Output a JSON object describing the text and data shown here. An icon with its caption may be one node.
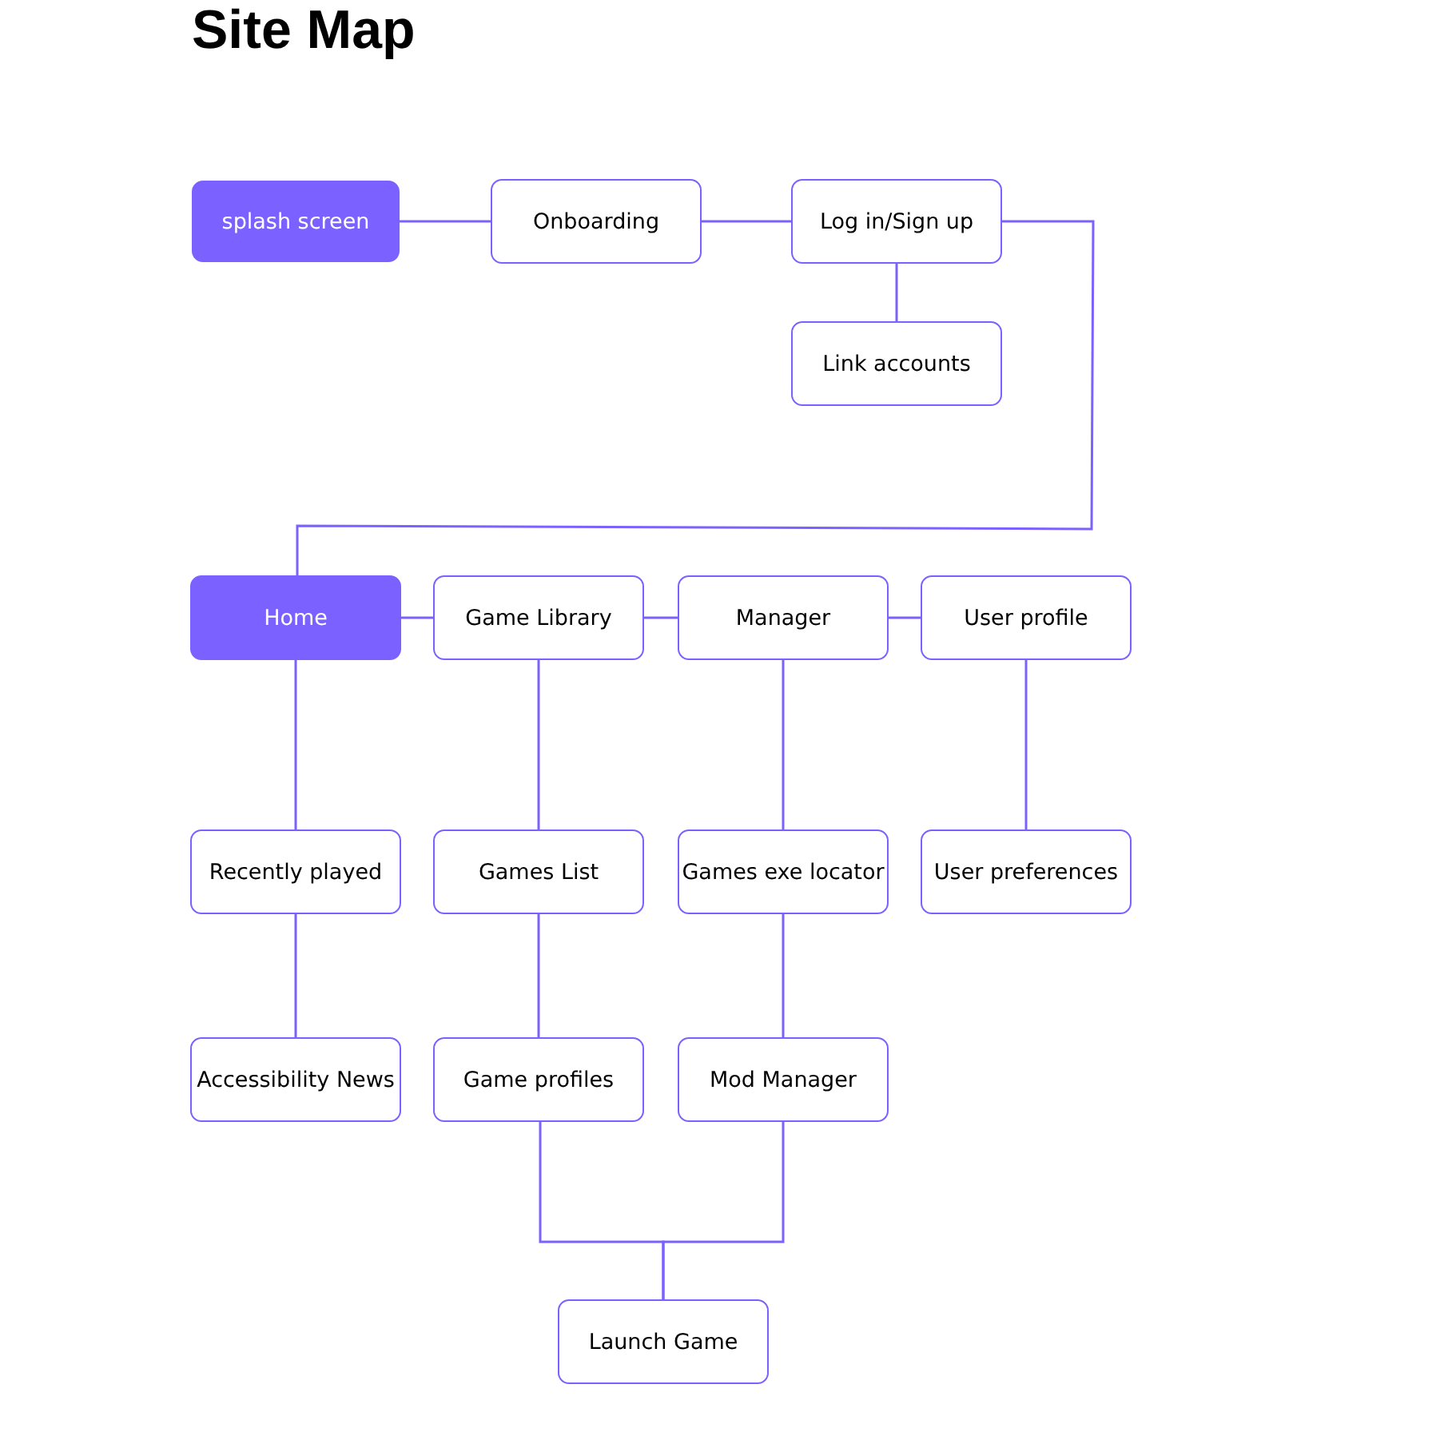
{
  "diagram": {
    "title": "Site Map",
    "nodes": [
      {
        "text": [
          "splash screen"
        ]
      },
      {
        "text": [
          "Onboarding"
        ]
      },
      {
        "text": [
          "Log in/Sign up"
        ]
      },
      {
        "text": [
          "Link accounts"
        ]
      },
      {
        "text": [
          "Home"
        ]
      },
      {
        "text": [
          "Game Library"
        ]
      },
      {
        "text": [
          "Manager"
        ]
      },
      {
        "text": [
          "User profile"
        ]
      },
      {
        "text": [
          "Recently played"
        ]
      },
      {
        "text": [
          "Games List"
        ]
      },
      {
        "text": [
          "Games exe locator"
        ]
      },
      {
        "text": [
          "User preferences"
        ]
      },
      {
        "text": [
          "Accessibility News"
        ]
      },
      {
        "text": [
          "Game profiles"
        ]
      },
      {
        "text": [
          "Mod Manager"
        ]
      },
      {
        "text": [
          "Launch Game"
        ]
      }
    ],
    "edges": [
      {
        "from": 0,
        "to": 1,
        "arrow": "none"
      },
      {
        "from": 1,
        "to": 2,
        "arrow": "none"
      },
      {
        "from": 2,
        "to": 3,
        "arrow": "none"
      },
      {
        "from": 2,
        "to": 4,
        "arrow": "none"
      },
      {
        "from": 4,
        "to": 5,
        "arrow": "none"
      },
      {
        "from": 5,
        "to": 6,
        "arrow": "none"
      },
      {
        "from": 6,
        "to": 7,
        "arrow": "none"
      },
      {
        "from": 4,
        "to": 8,
        "arrow": "none"
      },
      {
        "from": 5,
        "to": 9,
        "arrow": "none"
      },
      {
        "from": 6,
        "to": 10,
        "arrow": "none"
      },
      {
        "from": 7,
        "to": 11,
        "arrow": "none"
      },
      {
        "from": 8,
        "to": 12,
        "arrow": "none"
      },
      {
        "from": 9,
        "to": 13,
        "arrow": "none"
      },
      {
        "from": 10,
        "to": 14,
        "arrow": "none"
      },
      {
        "from": 13,
        "to": 15,
        "arrow": "none"
      },
      {
        "from": 14,
        "to": 15,
        "arrow": "none"
      }
    ]
  }
}
